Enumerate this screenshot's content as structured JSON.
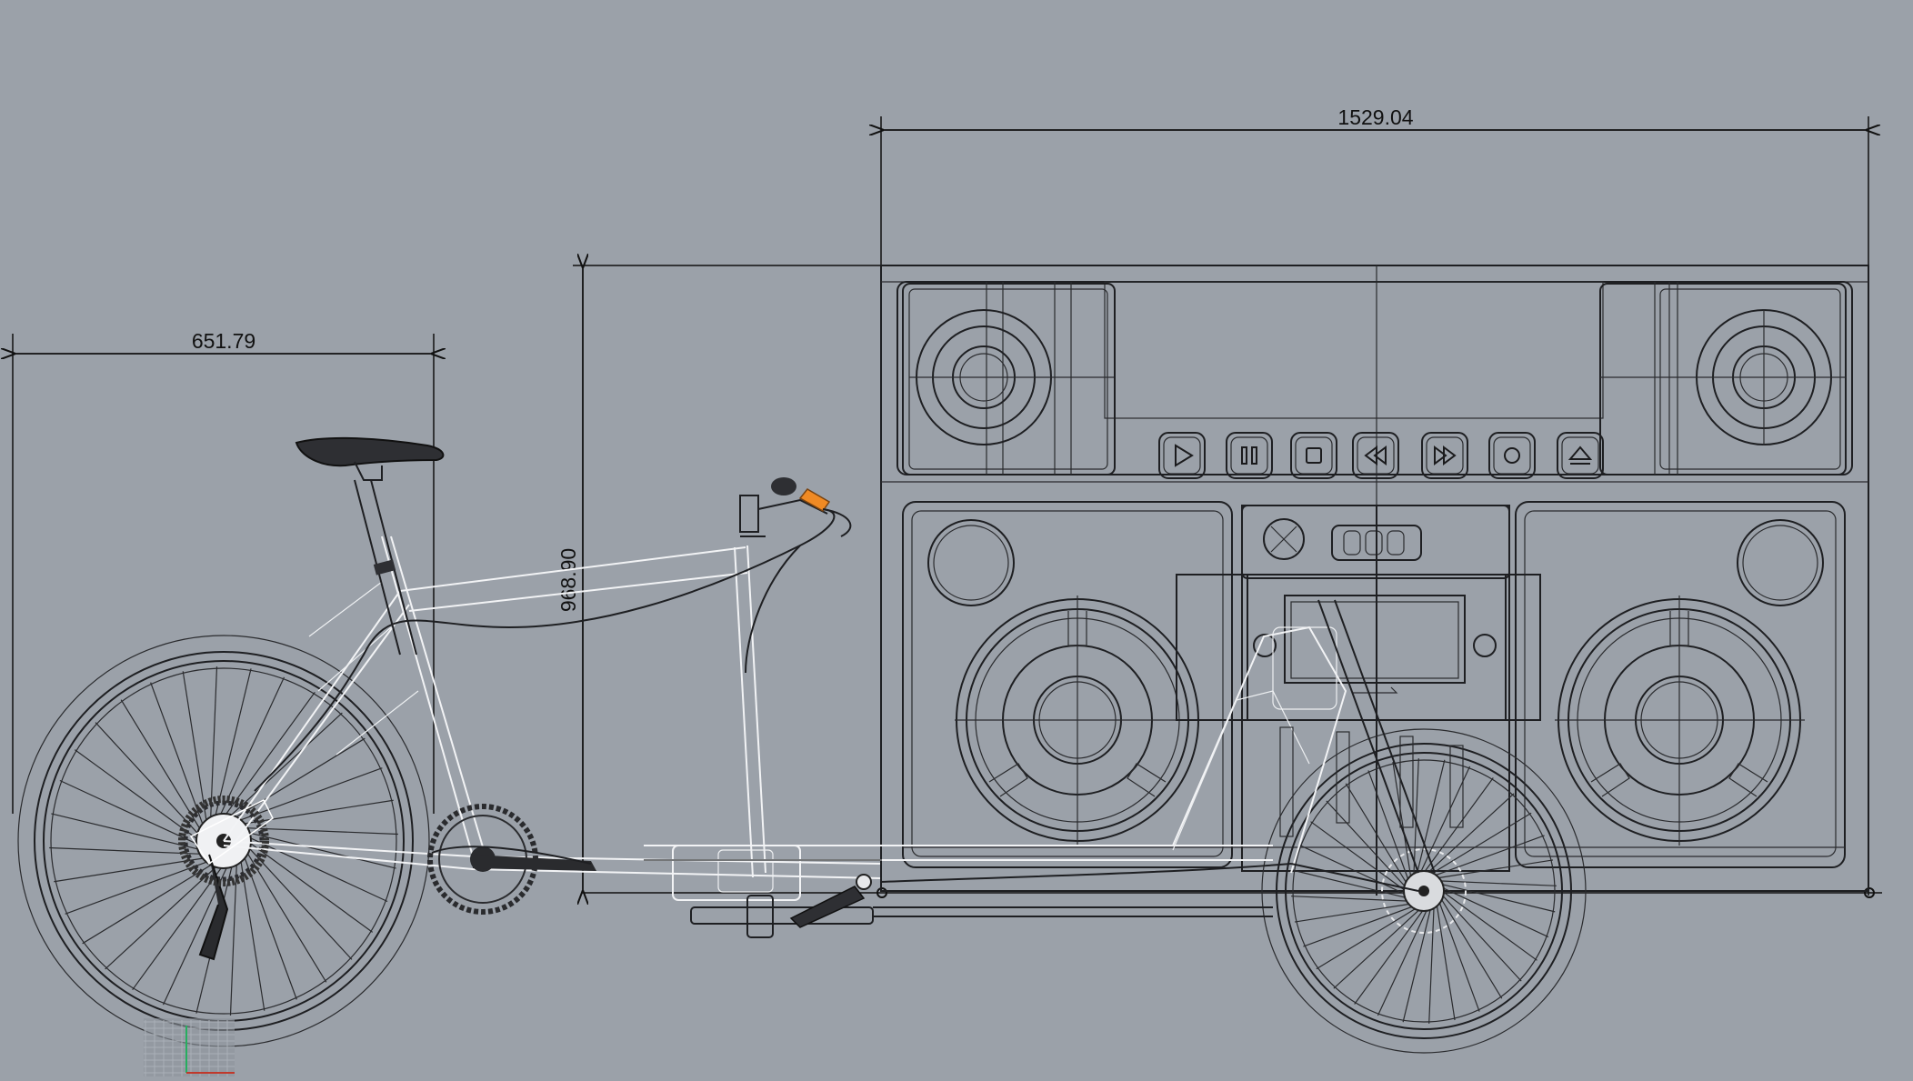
{
  "viewport": {
    "background": "#9ba1a9",
    "wire_color": "#1e1f22",
    "frame_color": "#f2f3f5",
    "accent_color": "#f08a24"
  },
  "dimensions": {
    "overall_length": "1529.04",
    "rear_length": "651.79",
    "height": "968.90"
  },
  "boombox": {
    "transport_buttons": [
      {
        "name": "play-button",
        "icon": "play-icon"
      },
      {
        "name": "pause-button",
        "icon": "pause-icon"
      },
      {
        "name": "stop-button",
        "icon": "stop-icon"
      },
      {
        "name": "rewind-button",
        "icon": "rewind-icon"
      },
      {
        "name": "fast-forward-button",
        "icon": "fast-forward-icon"
      },
      {
        "name": "record-button",
        "icon": "record-icon"
      },
      {
        "name": "eject-button",
        "icon": "eject-icon"
      }
    ]
  },
  "axis_gizmo": {
    "x_color": "#c0392b",
    "y_color": "#27ae60"
  }
}
